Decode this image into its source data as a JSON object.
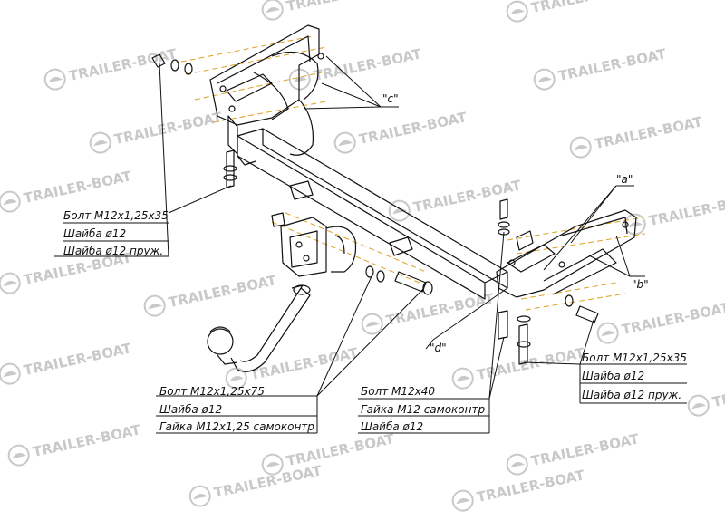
{
  "watermark": {
    "text": "TRAILER-BOAT",
    "color": "#c9c9c9",
    "icon": "boat-logo-icon"
  },
  "callouts": {
    "top_left": {
      "lines": [
        "Болт М12х1,25х35",
        "Шайба ø12",
        "Шайба ø12 пруж."
      ]
    },
    "bottom_left": {
      "lines": [
        "Болт М12х1,25х75",
        "Шайба ø12",
        "Гайка М12х1,25 самоконтр"
      ]
    },
    "bottom_middle": {
      "lines": [
        "Болт М12х40",
        "Гайка М12 самоконтр",
        "Шайба ø12"
      ]
    },
    "bottom_right": {
      "lines": [
        "Болт М12х1,25х35",
        "Шайба ø12",
        "Шайба ø12 пруж."
      ]
    }
  },
  "point_labels": {
    "c": "\"с\"",
    "a": "\"а\"",
    "b": "\"b\"",
    "d": "\"d\""
  },
  "colors": {
    "line": "#111111",
    "hidden_line": "#e0a020"
  }
}
